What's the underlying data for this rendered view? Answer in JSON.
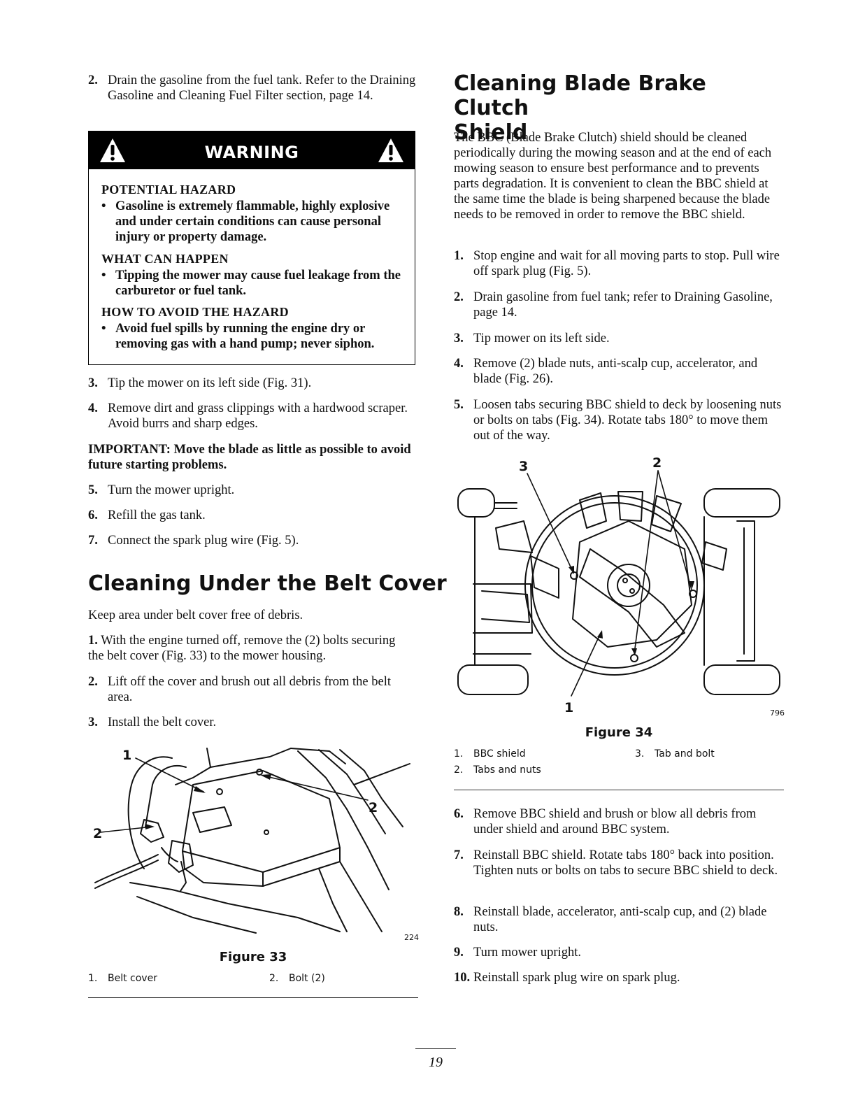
{
  "left": {
    "step2": {
      "num": "2.",
      "text": "Drain the gasoline from the fuel tank.  Refer to the Draining Gasoline and Cleaning Fuel Filter section, page 14."
    },
    "warning": {
      "title": "WARNING",
      "h1": "POTENTIAL HAZARD",
      "b1": "Gasoline is extremely flammable, highly explosive and under certain conditions can cause personal injury or property damage.",
      "h2": "WHAT CAN HAPPEN",
      "b2": "Tipping the mower may cause fuel leakage from the carburetor or fuel tank.",
      "h3": "HOW TO AVOID THE HAZARD",
      "b3": "Avoid fuel spills by running the engine dry or removing gas with a hand pump; never siphon.",
      "bullet": "•"
    },
    "step3": {
      "num": "3.",
      "text": "Tip the mower on its left side (Fig. 31)."
    },
    "step4": {
      "num": "4.",
      "text": "Remove dirt and grass clippings with a hardwood scraper. Avoid burrs and sharp edges."
    },
    "important": "IMPORTANT: Move the blade as little as possible to avoid future starting problems.",
    "step5": {
      "num": "5.",
      "text": "Turn the mower upright."
    },
    "step6": {
      "num": "6.",
      "text": "Refill the gas tank."
    },
    "step7": {
      "num": "7.",
      "text": "Connect the spark plug wire (Fig. 5)."
    },
    "section_title": "Cleaning Under the Belt Cover",
    "intro": "Keep area under belt cover free of debris.",
    "b_step1": {
      "num": "1.",
      "text": "With the engine turned off, remove the (2) bolts securing the belt cover (Fig. 33) to the mower housing."
    },
    "b_step2": {
      "num": "2.",
      "text": "Lift off the cover and brush out all debris from the belt area."
    },
    "b_step3": {
      "num": "3.",
      "text": "Install the belt cover."
    },
    "figure": {
      "callout_1": "1",
      "callout_2a": "2",
      "callout_2b": "2",
      "ref": "224",
      "caption": "Figure 33",
      "legend": [
        {
          "n": "1.",
          "t": "Belt cover"
        },
        {
          "n": "2.",
          "t": "Bolt (2)"
        }
      ]
    }
  },
  "right": {
    "section_title_line1": "Cleaning Blade Brake Clutch",
    "section_title_line2": "Shield",
    "intro": "The BBC (Blade Brake Clutch) shield should be cleaned periodically during the mowing season and at the end of each mowing season to ensure best performance and to prevents parts degradation. It is  convenient to clean the BBC shield at the same time the blade is being sharpened because the blade needs to be removed in order to remove the BBC shield.",
    "step1": {
      "num": "1.",
      "text": "Stop engine and wait for all moving parts to stop. Pull wire off spark plug (Fig. 5)."
    },
    "step2": {
      "num": "2.",
      "text": "Drain gasoline from fuel tank; refer to Draining Gasoline, page 14."
    },
    "step3": {
      "num": "3.",
      "text": "Tip mower on its left side."
    },
    "step4": {
      "num": "4.",
      "text": "Remove (2) blade nuts, anti-scalp cup, accelerator, and blade (Fig. 26)."
    },
    "step5": {
      "num": "5.",
      "text": "Loosen  tabs securing BBC shield to deck by loosening nuts or bolts on tabs (Fig. 34). Rotate tabs 180° to move them out of the way."
    },
    "figure": {
      "callout_3": "3",
      "callout_2": "2",
      "callout_1": "1",
      "ref": "796",
      "caption": "Figure 34",
      "legend": [
        {
          "n": "1.",
          "t": "BBC shield"
        },
        {
          "n": "2.",
          "t": "Tabs and nuts"
        },
        {
          "n": "3.",
          "t": "Tab and bolt"
        }
      ]
    },
    "step6": {
      "num": "6.",
      "text": "Remove BBC shield and brush or blow all debris from under shield and around BBC system."
    },
    "step7": {
      "num": "7.",
      "text": "Reinstall BBC shield. Rotate tabs 180° back into position. Tighten nuts or bolts on tabs to secure BBC shield to deck."
    },
    "step8": {
      "num": "8.",
      "text": "Reinstall blade, accelerator, anti-scalp cup, and (2) blade nuts."
    },
    "step9": {
      "num": "9.",
      "text": "Turn mower upright."
    },
    "step10": {
      "num": "10.",
      "text": "Reinstall spark plug wire on spark plug."
    }
  },
  "page_number": "19"
}
